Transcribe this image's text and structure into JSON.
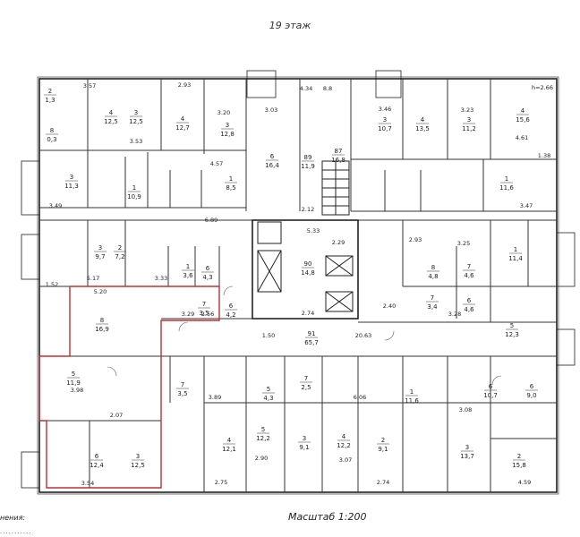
{
  "title": "19 этаж",
  "scale": "Масштаб 1:200",
  "note": "нения:",
  "note_tail": "...........",
  "rooms": [
    {
      "id": "r1",
      "n": "2",
      "a": "1,3"
    },
    {
      "id": "r2",
      "n": "8",
      "a": "0,3"
    },
    {
      "id": "r3",
      "n": "4",
      "a": "12,5"
    },
    {
      "id": "r4",
      "n": "3",
      "a": "12,5"
    },
    {
      "id": "r5",
      "n": "4",
      "a": "12,7"
    },
    {
      "id": "r6",
      "n": "3",
      "a": "12,8"
    },
    {
      "id": "r7",
      "n": "3",
      "a": "11,3"
    },
    {
      "id": "r8",
      "n": "1",
      "a": "10,9"
    },
    {
      "id": "r9",
      "n": "1",
      "a": "8,5"
    },
    {
      "id": "r10",
      "n": "6",
      "a": "16,4"
    },
    {
      "id": "r11",
      "n": "89",
      "a": "11,9"
    },
    {
      "id": "r12",
      "n": "87",
      "a": "16,8"
    },
    {
      "id": "r13",
      "n": "3",
      "a": "10,7"
    },
    {
      "id": "r14",
      "n": "4",
      "a": "13,5"
    },
    {
      "id": "r15",
      "n": "3",
      "a": "11,2"
    },
    {
      "id": "r16",
      "n": "4",
      "a": "15,6"
    },
    {
      "id": "r17",
      "n": "1",
      "a": "11,6"
    },
    {
      "id": "r18",
      "n": "3",
      "a": "9,7"
    },
    {
      "id": "r19",
      "n": "2",
      "a": "7,2"
    },
    {
      "id": "r20",
      "n": "1",
      "a": "3,6"
    },
    {
      "id": "r21",
      "n": "6",
      "a": "4,3"
    },
    {
      "id": "r22",
      "n": "90",
      "a": "14,8"
    },
    {
      "id": "r23",
      "n": "8",
      "a": "4,8"
    },
    {
      "id": "r24",
      "n": "7",
      "a": "4,6"
    },
    {
      "id": "r25",
      "n": "1",
      "a": "11,4"
    },
    {
      "id": "r26",
      "n": "8",
      "a": "16,9"
    },
    {
      "id": "r27",
      "n": "7",
      "a": "3,5"
    },
    {
      "id": "r28",
      "n": "6",
      "a": "4,2"
    },
    {
      "id": "r29",
      "n": "91",
      "a": "65,7"
    },
    {
      "id": "r30",
      "n": "7",
      "a": "3,4"
    },
    {
      "id": "r31",
      "n": "6",
      "a": "4,6"
    },
    {
      "id": "r32",
      "n": "5",
      "a": "12,3"
    },
    {
      "id": "r33",
      "n": "5",
      "a": "11,9"
    },
    {
      "id": "r34",
      "n": "7",
      "a": "3,5"
    },
    {
      "id": "r35",
      "n": "5",
      "a": "4,3"
    },
    {
      "id": "r36",
      "n": "7",
      "a": "2,5"
    },
    {
      "id": "r37",
      "n": "1",
      "a": "11,6"
    },
    {
      "id": "r38",
      "n": "6",
      "a": "10,7"
    },
    {
      "id": "r39",
      "n": "6",
      "a": "9,0"
    },
    {
      "id": "r40",
      "n": "4",
      "a": "12,1"
    },
    {
      "id": "r41",
      "n": "5",
      "a": "12,2"
    },
    {
      "id": "r42",
      "n": "3",
      "a": "9,1"
    },
    {
      "id": "r43",
      "n": "4",
      "a": "12,2"
    },
    {
      "id": "r44",
      "n": "2",
      "a": "9,1"
    },
    {
      "id": "r45",
      "n": "3",
      "a": "13,7"
    },
    {
      "id": "r46",
      "n": "2",
      "a": "15,8"
    },
    {
      "id": "r47",
      "n": "6",
      "a": "12,4"
    },
    {
      "id": "r48",
      "n": "3",
      "a": "12,5"
    }
  ],
  "dims": [
    "3.57",
    "2.93",
    "3.20",
    "3.03",
    "4.34",
    "8.8",
    "3.46",
    "3.23",
    "4.61",
    "1.38",
    "3.53",
    "4.57",
    "6.89",
    "5.33",
    "2.93",
    "3.25",
    "5.17",
    "3.33",
    "5.20",
    "3.29",
    "2.56",
    "3.28",
    "2.74",
    "20.63",
    "1.50",
    "2.40",
    "3.98",
    "2.07",
    "3.89",
    "6.06",
    "3.08",
    "3.54",
    "2.75",
    "2.90",
    "3.07",
    "2.74",
    "4.59",
    "2.29",
    "2.12",
    "3.49",
    "1.52",
    "3.47",
    "h=2.66"
  ]
}
